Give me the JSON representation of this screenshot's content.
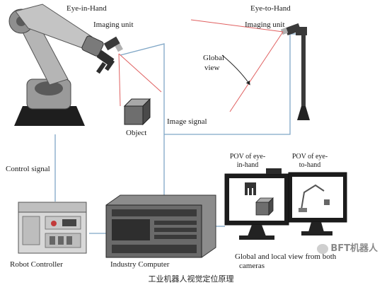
{
  "labels": {
    "eye_in_hand": "Eye-in-Hand",
    "imaging_unit_left": "Imaging unit",
    "object": "Object",
    "image_signal": "Image signal",
    "eye_to_hand": "Eye-to-Hand",
    "imaging_unit_right": "Imaging unit",
    "global_view_line1": "Global",
    "global_view_line2": "view",
    "control_signal": "Control signal",
    "pov_in_hand_line1": "POV of eye-",
    "pov_in_hand_line2": "in-hand",
    "pov_to_hand_line1": "POV of eye-",
    "pov_to_hand_line2": "to-hand",
    "robot_controller": "Robot Controller",
    "industry_computer": "Industry Computer",
    "global_local_line1": "Global and local view from both",
    "global_local_line2": "cameras"
  },
  "caption": "工业机器人视觉定位原理",
  "watermark": "BFT机器人",
  "colors": {
    "line": "#7fa6c6",
    "fov": "#e06060",
    "robot_gray": "#8a8a8a",
    "dark": "#2a2a2a"
  }
}
